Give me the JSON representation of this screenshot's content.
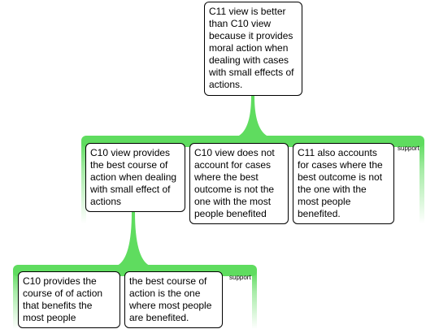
{
  "colors": {
    "connector": "#5fdc5f",
    "box_border": "#000000",
    "box_fill": "#ffffff"
  },
  "root": {
    "text": "C11 view is better than C10 view because it provides moral action when dealing with cases with small effects of actions."
  },
  "level1": {
    "label": "support",
    "premises": [
      {
        "text": "C10 view provides the best course of action when dealing with small effect of actions"
      },
      {
        "text": "C10 view does not account for cases where the best outcome is not the one with the most people benefited"
      },
      {
        "text": "C11 also accounts for cases where the best outcome is not the one with the most people benefited."
      }
    ]
  },
  "level2": {
    "label": "support",
    "premises": [
      {
        "text": "C10 provides the course of of action that benefits the most people"
      },
      {
        "text": "the best course of action is the one where most people are benefited."
      }
    ]
  }
}
